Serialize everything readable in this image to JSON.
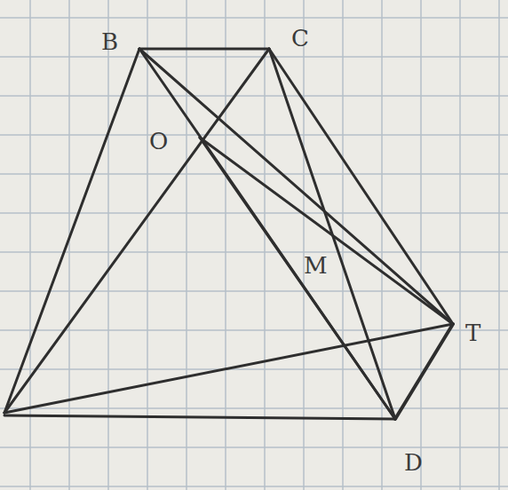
{
  "diagram": {
    "labels": [
      "B",
      "C",
      "O",
      "M",
      "T",
      "D"
    ]
  }
}
